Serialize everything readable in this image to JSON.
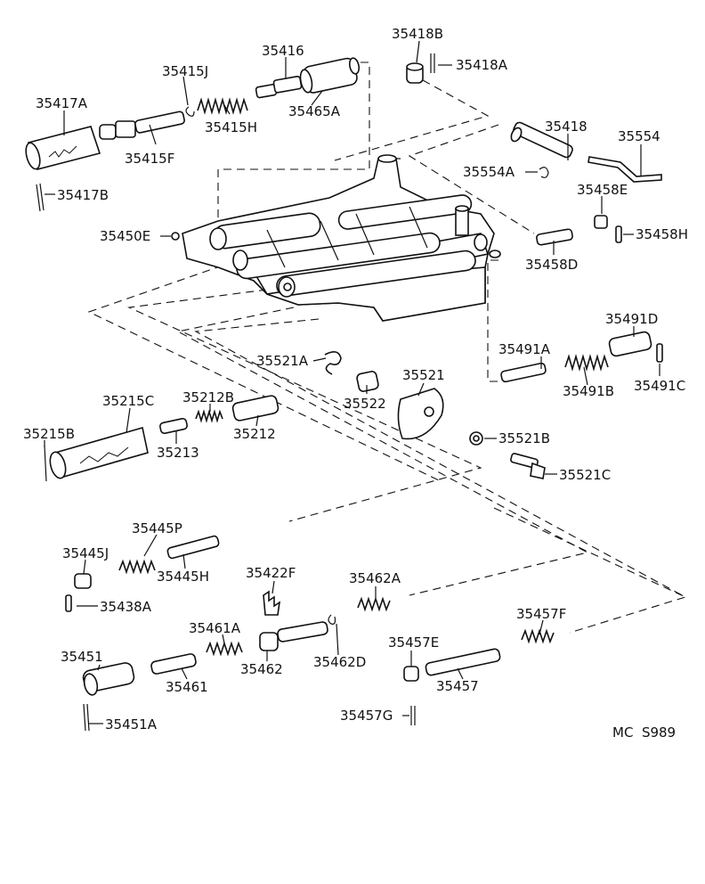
{
  "diagram": {
    "footer_code": "MC  S989",
    "labels": {
      "p35417A": "35417A",
      "p35417B": "35417B",
      "p35415J": "35415J",
      "p35415F": "35415F",
      "p35415H": "35415H",
      "p35416": "35416",
      "p35465A": "35465A",
      "p35418B": "35418B",
      "p35418A": "35418A",
      "p35418": "35418",
      "p35554": "35554",
      "p35554A": "35554A",
      "p35458E": "35458E",
      "p35458H": "35458H",
      "p35458D": "35458D",
      "p35450E": "35450E",
      "p35491D": "35491D",
      "p35491A": "35491A",
      "p35491B": "35491B",
      "p35491C": "35491C",
      "p35521A": "35521A",
      "p35522": "35522",
      "p35521": "35521",
      "p35521B": "35521B",
      "p35521C": "35521C",
      "p35215C": "35215C",
      "p35212B": "35212B",
      "p35215B": "35215B",
      "p35213": "35213",
      "p35212": "35212",
      "p35445P": "35445P",
      "p35445J": "35445J",
      "p35445H": "35445H",
      "p35438A": "35438A",
      "p35422F": "35422F",
      "p35462A": "35462A",
      "p35461A": "35461A",
      "p35451": "35451",
      "p35461": "35461",
      "p35462": "35462",
      "p35462D": "35462D",
      "p35457E": "35457E",
      "p35457F": "35457F",
      "p35457": "35457",
      "p35457G": "35457G",
      "p35451A": "35451A"
    }
  }
}
